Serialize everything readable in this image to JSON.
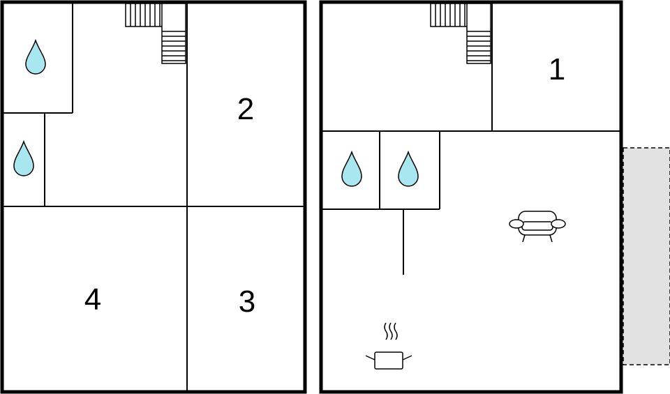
{
  "plan": {
    "floor_upper": {
      "rooms": [
        {
          "number": "2"
        },
        {
          "number": "3"
        },
        {
          "number": "4"
        }
      ]
    },
    "floor_ground": {
      "rooms": [
        {
          "number": "1"
        }
      ]
    }
  },
  "symbols": {
    "bathroom_icon": "water-drop-icon",
    "stairs_icon": "stairs-icon",
    "living_icon": "sofa-icon",
    "kitchen_icon": "cooking-pot-icon"
  },
  "colors": {
    "water_drop": "#a8e6f0",
    "terrace": "#e2e2e2",
    "walls": "#000000"
  }
}
